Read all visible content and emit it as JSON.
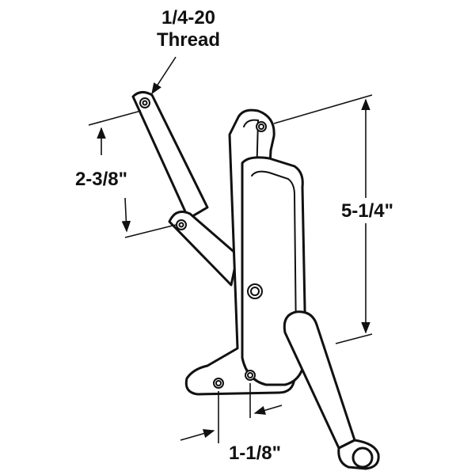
{
  "labels": {
    "thread_size": "1/4-20",
    "thread_word": "Thread",
    "arm_spacing": "2-3/8\"",
    "overall_height": "5-1/4\"",
    "hole_spacing": "1-1/8\""
  },
  "colors": {
    "line": "#111111",
    "background": "#ffffff"
  }
}
